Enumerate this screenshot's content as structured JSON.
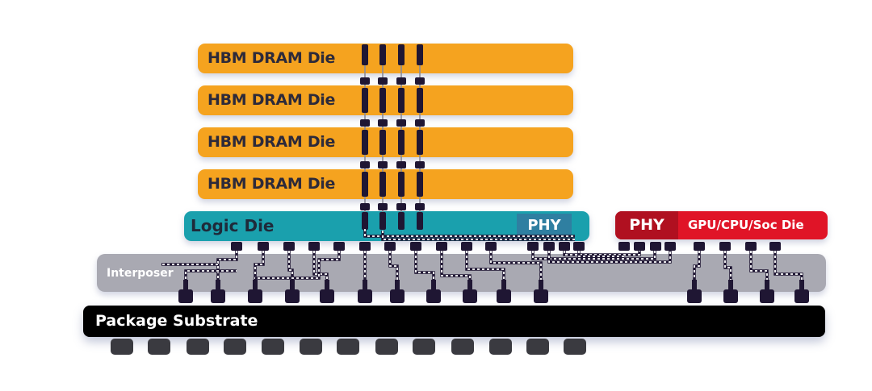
{
  "dram_dies": [
    {
      "label": "HBM DRAM Die"
    },
    {
      "label": "HBM DRAM Die"
    },
    {
      "label": "HBM DRAM Die"
    },
    {
      "label": "HBM DRAM Die"
    }
  ],
  "logic_die": {
    "label": "Logic Die",
    "phy_label": "PHY"
  },
  "gpu_die": {
    "phy_label": "PHY",
    "label": "GPU/CPU/Soc Die"
  },
  "interposer": {
    "label": "Interposer"
  },
  "substrate": {
    "label": "Package Substrate"
  },
  "colors": {
    "dram": "#f5a31f",
    "logic_die": "#1aa0ad",
    "logic_phy": "#2f7fa1",
    "gpu_die": "#e01427",
    "gpu_phy": "#b01020",
    "interposer": "#a9a9b2",
    "substrate": "#000000",
    "bump": "#1f1633",
    "ball": "#3a3a40"
  }
}
